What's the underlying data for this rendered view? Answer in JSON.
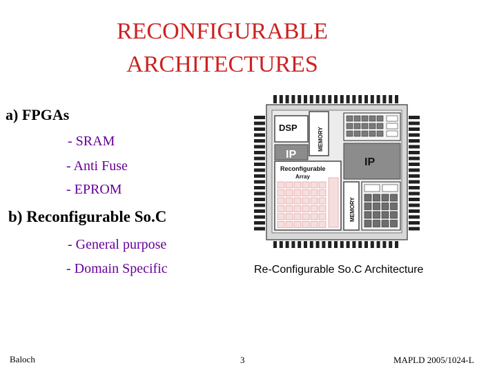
{
  "slide": {
    "title_line1": "RECONFIGURABLE",
    "title_line2": "ARCHITECTURES",
    "section_a": "a) FPGAs",
    "fpga_items": [
      "- SRAM",
      "- Anti Fuse",
      "- EPROM"
    ],
    "section_b": "b) Reconfigurable So.C",
    "soc_items": [
      "- General purpose",
      "- Domain Specific"
    ],
    "figure_caption": "Re-Configurable So.C Architecture",
    "footer_left": "Baloch",
    "footer_center": "3",
    "footer_right": "MAPLD 2005/1024-L"
  },
  "diagram": {
    "dsp_label": "DSP",
    "memory_label_top": "MEMORY",
    "ip_label_small": "IP",
    "ip_label_large": "IP",
    "reconfig_label": "Reconfigurable",
    "array_label": "Array",
    "memory_label_bottom": "MEMORY"
  },
  "colors": {
    "title": "#cc2222",
    "sub_items": "#660099",
    "chip_pins": "#222222",
    "ip_block": "#8c8c8c",
    "reconfig_grid": "#e8a0a0"
  }
}
